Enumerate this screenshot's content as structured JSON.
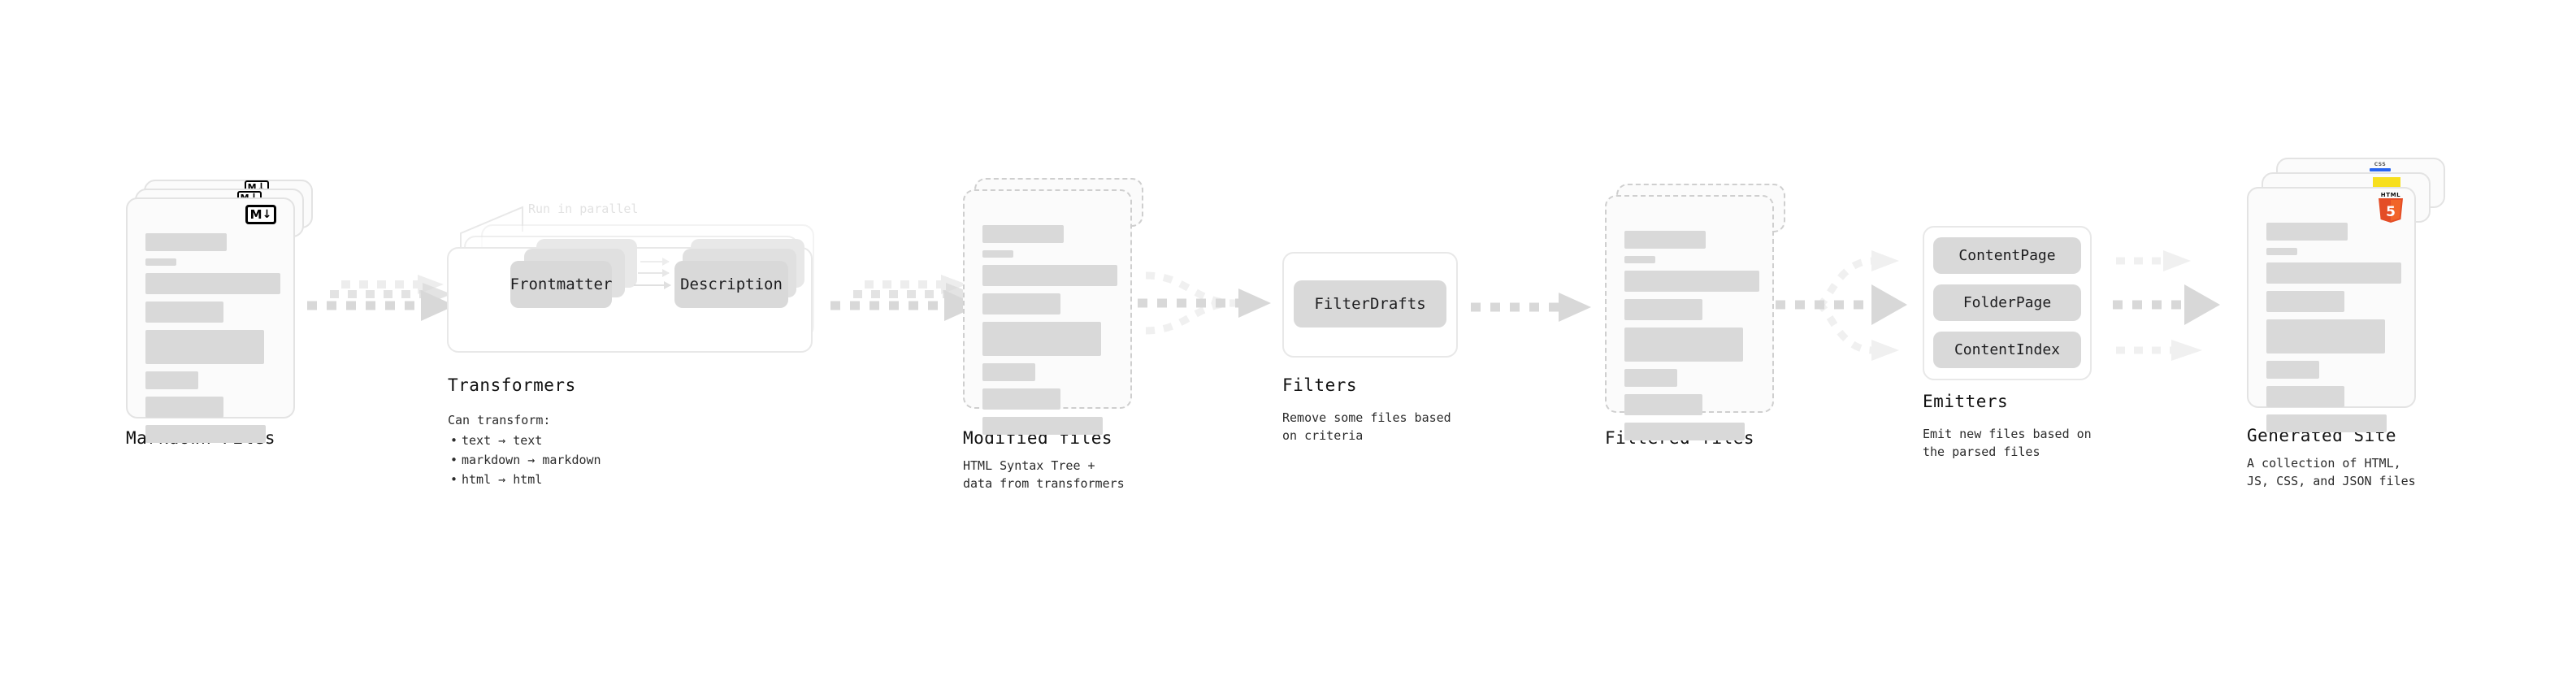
{
  "diagram": {
    "title_hidden": "",
    "palette": {
      "page_bg": "#ffffff",
      "card_bg": "#fbfbfb",
      "card_border": "#e3e3e3",
      "placeholder_line": "#d9d9d9",
      "chip_bg": "#d9d9d9",
      "arrow_gray": "#d8d8d8",
      "faint_gray": "#e2e2e2",
      "text": "#111111",
      "md_badge_fg": "#000000",
      "html5_orange": "#e44d26",
      "html5_orange_light": "#f16529",
      "js_yellow": "#f7df1e",
      "css_blue": "#2965f1"
    },
    "stages": [
      {
        "id": "markdown-files",
        "title": "Markdown Files",
        "desc": "",
        "badge": "markdown-icon",
        "badge_text": "M",
        "badge_arrow": "↓"
      },
      {
        "id": "transformers",
        "title": "Transformers",
        "note": "Run in parallel",
        "desc_head": "Can transform:",
        "bullets": [
          "text  →  text",
          "markdown  →  markdown",
          "html  →  html"
        ],
        "chips": [
          "Frontmatter",
          "Description"
        ]
      },
      {
        "id": "modified-files",
        "title": "Modified files",
        "desc": "HTML Syntax Tree +\ndata from transformers"
      },
      {
        "id": "filters",
        "title": "Filters",
        "desc": "Remove some files based\non criteria",
        "chips": [
          "FilterDrafts"
        ]
      },
      {
        "id": "filtered-files",
        "title": "Filtered files",
        "desc": ""
      },
      {
        "id": "emitters",
        "title": "Emitters",
        "desc": "Emit new files based on\nthe parsed files",
        "chips": [
          "ContentPage",
          "FolderPage",
          "ContentIndex"
        ]
      },
      {
        "id": "generated-site",
        "title": "Generated Site",
        "desc": "A collection of HTML,\nJS, CSS, and JSON files",
        "badges": [
          "html5-icon",
          "js-icon",
          "css-icon"
        ],
        "badge_text": "HTML",
        "badge_number": "5",
        "css_text": "CSS"
      }
    ],
    "doc_placeholder_rows": [
      {
        "w": 100,
        "h": 22
      },
      {
        "w": 38,
        "h": 9
      },
      {
        "w": 166,
        "h": 26
      },
      {
        "w": 96,
        "h": 26
      },
      {
        "w": 146,
        "h": 42
      },
      {
        "w": 65,
        "h": 22
      },
      {
        "w": 96,
        "h": 26
      },
      {
        "w": 148,
        "h": 22
      }
    ]
  }
}
